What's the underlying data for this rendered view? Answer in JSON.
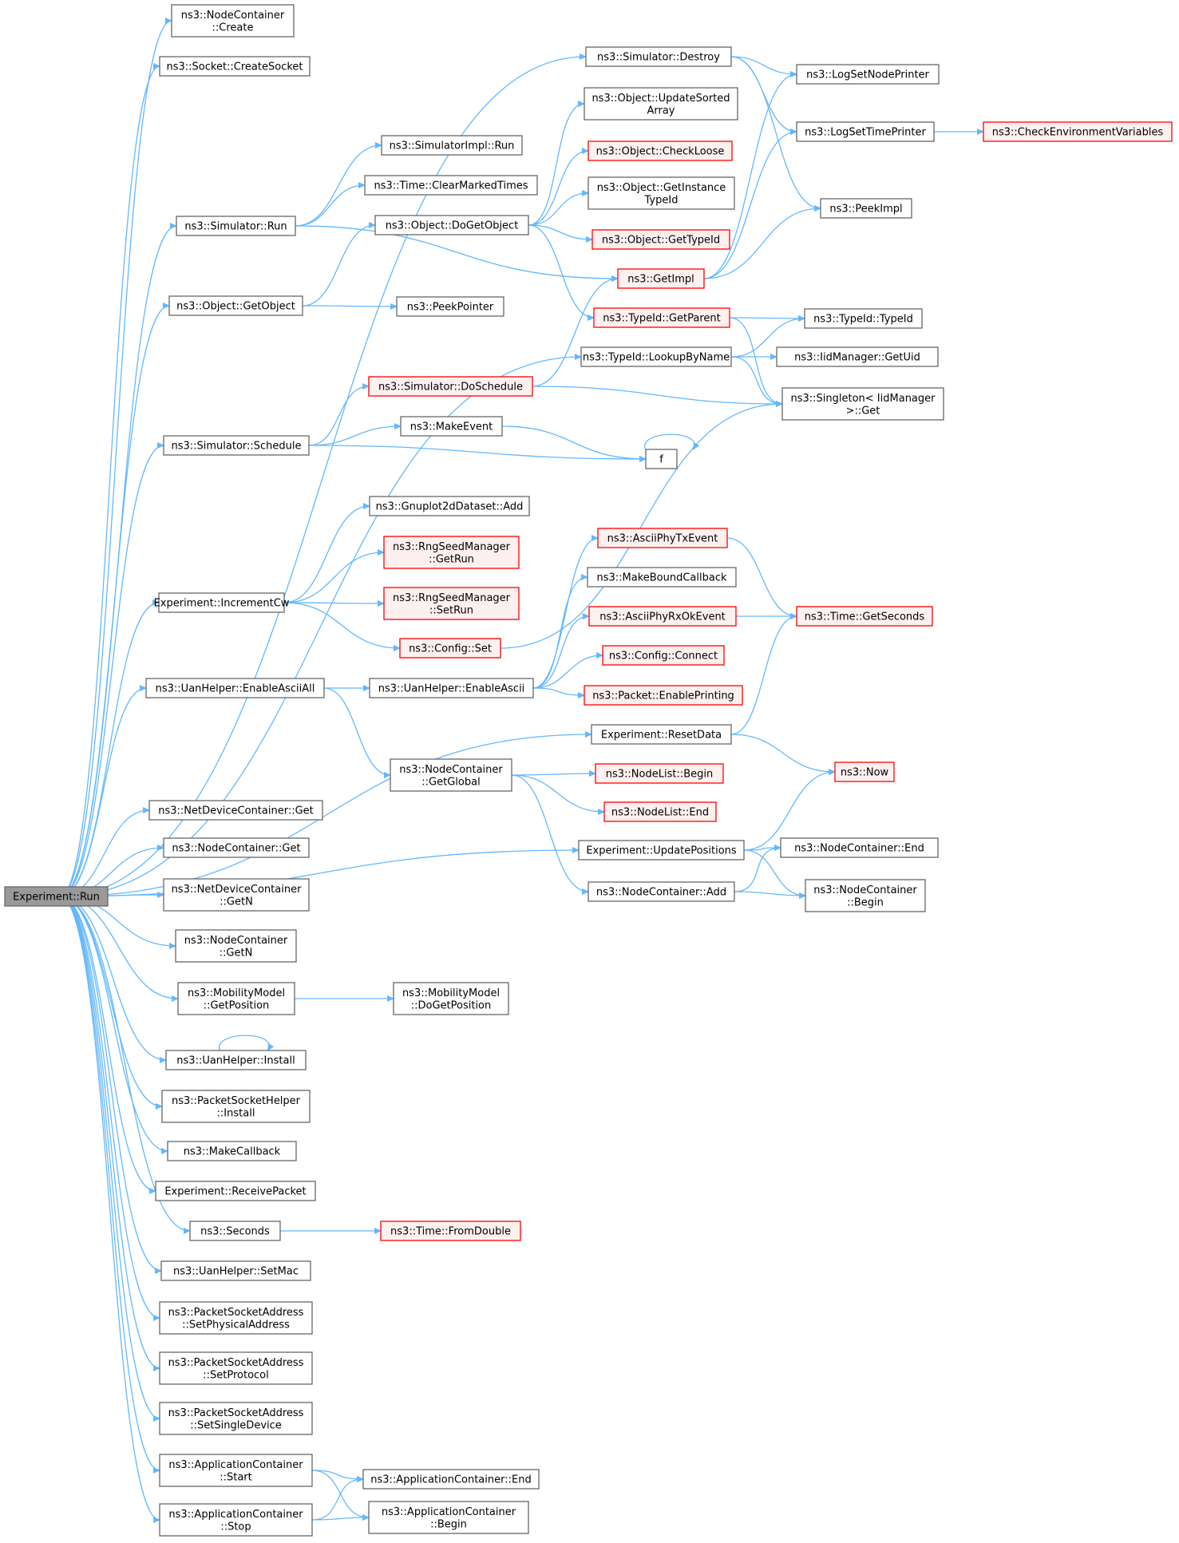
{
  "diagram": {
    "nodes": [
      {
        "id": "root",
        "lines": [
          "Experiment::Run"
        ],
        "style": "root"
      },
      {
        "id": "nc_create",
        "lines": [
          "ns3::NodeContainer",
          "::Create"
        ],
        "style": "normal"
      },
      {
        "id": "sock_create",
        "lines": [
          "ns3::Socket::CreateSocket"
        ],
        "style": "normal"
      },
      {
        "id": "sim_destroy",
        "lines": [
          "ns3::Simulator::Destroy"
        ],
        "style": "normal"
      },
      {
        "id": "log_node",
        "lines": [
          "ns3::LogSetNodePrinter"
        ],
        "style": "normal"
      },
      {
        "id": "obj_upd",
        "lines": [
          "ns3::Object::UpdateSorted",
          "Array"
        ],
        "style": "normal"
      },
      {
        "id": "log_time",
        "lines": [
          "ns3::LogSetTimePrinter"
        ],
        "style": "normal"
      },
      {
        "id": "check_env",
        "lines": [
          "ns3::CheckEnvironmentVariables"
        ],
        "style": "red"
      },
      {
        "id": "simimpl_run",
        "lines": [
          "ns3::SimulatorImpl::Run"
        ],
        "style": "normal"
      },
      {
        "id": "obj_check",
        "lines": [
          "ns3::Object::CheckLoose"
        ],
        "style": "red"
      },
      {
        "id": "time_clear",
        "lines": [
          "ns3::Time::ClearMarkedTimes"
        ],
        "style": "normal"
      },
      {
        "id": "obj_getinst",
        "lines": [
          "ns3::Object::GetInstance",
          "TypeId"
        ],
        "style": "normal"
      },
      {
        "id": "peekimpl",
        "lines": [
          "ns3::PeekImpl"
        ],
        "style": "normal"
      },
      {
        "id": "sim_run",
        "lines": [
          "ns3::Simulator::Run"
        ],
        "style": "normal"
      },
      {
        "id": "obj_doget",
        "lines": [
          "ns3::Object::DoGetObject"
        ],
        "style": "normal"
      },
      {
        "id": "obj_gettype",
        "lines": [
          "ns3::Object::GetTypeId"
        ],
        "style": "red"
      },
      {
        "id": "getimpl",
        "lines": [
          "ns3::GetImpl"
        ],
        "style": "red"
      },
      {
        "id": "obj_getobj",
        "lines": [
          "ns3::Object::GetObject"
        ],
        "style": "normal"
      },
      {
        "id": "peekptr",
        "lines": [
          "ns3::PeekPointer"
        ],
        "style": "normal"
      },
      {
        "id": "tid_parent",
        "lines": [
          "ns3::TypeId::GetParent"
        ],
        "style": "red"
      },
      {
        "id": "tid_tid",
        "lines": [
          "ns3::TypeId::TypeId"
        ],
        "style": "normal"
      },
      {
        "id": "tid_lookup",
        "lines": [
          "ns3::TypeId::LookupByName"
        ],
        "style": "normal"
      },
      {
        "id": "iid_getuid",
        "lines": [
          "ns3::IidManager::GetUid"
        ],
        "style": "normal"
      },
      {
        "id": "sim_dosched",
        "lines": [
          "ns3::Simulator::DoSchedule"
        ],
        "style": "red"
      },
      {
        "id": "singleton",
        "lines": [
          "ns3::Singleton< IidManager",
          " >::Get"
        ],
        "style": "normal"
      },
      {
        "id": "makeevent",
        "lines": [
          "ns3::MakeEvent"
        ],
        "style": "normal"
      },
      {
        "id": "sim_sched",
        "lines": [
          "ns3::Simulator::Schedule"
        ],
        "style": "normal"
      },
      {
        "id": "f",
        "lines": [
          "f"
        ],
        "style": "normal"
      },
      {
        "id": "gnuplot_add",
        "lines": [
          "ns3::Gnuplot2dDataset::Add"
        ],
        "style": "normal"
      },
      {
        "id": "ascii_tx",
        "lines": [
          "ns3::AsciiPhyTxEvent"
        ],
        "style": "red"
      },
      {
        "id": "rng_getrun",
        "lines": [
          "ns3::RngSeedManager",
          "::GetRun"
        ],
        "style": "red"
      },
      {
        "id": "makebound",
        "lines": [
          "ns3::MakeBoundCallback"
        ],
        "style": "normal"
      },
      {
        "id": "exp_incr",
        "lines": [
          "Experiment::IncrementCw"
        ],
        "style": "normal"
      },
      {
        "id": "rng_setrun",
        "lines": [
          "ns3::RngSeedManager",
          "::SetRun"
        ],
        "style": "red"
      },
      {
        "id": "ascii_rx",
        "lines": [
          "ns3::AsciiPhyRxOkEvent"
        ],
        "style": "red"
      },
      {
        "id": "time_getsec",
        "lines": [
          "ns3::Time::GetSeconds"
        ],
        "style": "red"
      },
      {
        "id": "cfg_set",
        "lines": [
          "ns3::Config::Set"
        ],
        "style": "red"
      },
      {
        "id": "cfg_connect",
        "lines": [
          "ns3::Config::Connect"
        ],
        "style": "red"
      },
      {
        "id": "uan_ascii_all",
        "lines": [
          "ns3::UanHelper::EnableAsciiAll"
        ],
        "style": "normal"
      },
      {
        "id": "uan_ascii",
        "lines": [
          "ns3::UanHelper::EnableAscii"
        ],
        "style": "normal"
      },
      {
        "id": "pkt_print",
        "lines": [
          "ns3::Packet::EnablePrinting"
        ],
        "style": "red"
      },
      {
        "id": "exp_reset",
        "lines": [
          "Experiment::ResetData"
        ],
        "style": "normal"
      },
      {
        "id": "nc_global",
        "lines": [
          "ns3::NodeContainer",
          "::GetGlobal"
        ],
        "style": "normal"
      },
      {
        "id": "nl_begin",
        "lines": [
          "ns3::NodeList::Begin"
        ],
        "style": "red"
      },
      {
        "id": "now",
        "lines": [
          "ns3::Now"
        ],
        "style": "red"
      },
      {
        "id": "nl_end",
        "lines": [
          "ns3::NodeList::End"
        ],
        "style": "red"
      },
      {
        "id": "ndc_get",
        "lines": [
          "ns3::NetDeviceContainer::Get"
        ],
        "style": "normal"
      },
      {
        "id": "exp_updpos",
        "lines": [
          "Experiment::UpdatePositions"
        ],
        "style": "normal"
      },
      {
        "id": "nc_end",
        "lines": [
          "ns3::NodeContainer::End"
        ],
        "style": "normal"
      },
      {
        "id": "nc_get",
        "lines": [
          "ns3::NodeContainer::Get"
        ],
        "style": "normal"
      },
      {
        "id": "ndc_getn",
        "lines": [
          "ns3::NetDeviceContainer",
          "::GetN"
        ],
        "style": "normal"
      },
      {
        "id": "nc_add",
        "lines": [
          "ns3::NodeContainer::Add"
        ],
        "style": "normal"
      },
      {
        "id": "nc_begin",
        "lines": [
          "ns3::NodeContainer",
          "::Begin"
        ],
        "style": "normal"
      },
      {
        "id": "nc_getn",
        "lines": [
          "ns3::NodeContainer",
          "::GetN"
        ],
        "style": "normal"
      },
      {
        "id": "mm_getpos",
        "lines": [
          "ns3::MobilityModel",
          "::GetPosition"
        ],
        "style": "normal"
      },
      {
        "id": "mm_dogetpos",
        "lines": [
          "ns3::MobilityModel",
          "::DoGetPosition"
        ],
        "style": "normal"
      },
      {
        "id": "uan_install",
        "lines": [
          "ns3::UanHelper::Install"
        ],
        "style": "normal"
      },
      {
        "id": "psh_install",
        "lines": [
          "ns3::PacketSocketHelper",
          "::Install"
        ],
        "style": "normal"
      },
      {
        "id": "makecb",
        "lines": [
          "ns3::MakeCallback"
        ],
        "style": "normal"
      },
      {
        "id": "exp_recv",
        "lines": [
          "Experiment::ReceivePacket"
        ],
        "style": "normal"
      },
      {
        "id": "seconds",
        "lines": [
          "ns3::Seconds"
        ],
        "style": "normal"
      },
      {
        "id": "time_fromdbl",
        "lines": [
          "ns3::Time::FromDouble"
        ],
        "style": "red"
      },
      {
        "id": "uan_setmac",
        "lines": [
          "ns3::UanHelper::SetMac"
        ],
        "style": "normal"
      },
      {
        "id": "psa_setphys",
        "lines": [
          "ns3::PacketSocketAddress",
          "::SetPhysicalAddress"
        ],
        "style": "normal"
      },
      {
        "id": "psa_setproto",
        "lines": [
          "ns3::PacketSocketAddress",
          "::SetProtocol"
        ],
        "style": "normal"
      },
      {
        "id": "psa_setsingle",
        "lines": [
          "ns3::PacketSocketAddress",
          "::SetSingleDevice"
        ],
        "style": "normal"
      },
      {
        "id": "ac_start",
        "lines": [
          "ns3::ApplicationContainer",
          "::Start"
        ],
        "style": "normal"
      },
      {
        "id": "ac_end",
        "lines": [
          "ns3::ApplicationContainer::End"
        ],
        "style": "normal"
      },
      {
        "id": "ac_stop",
        "lines": [
          "ns3::ApplicationContainer",
          "::Stop"
        ],
        "style": "normal"
      },
      {
        "id": "ac_begin",
        "lines": [
          "ns3::ApplicationContainer",
          "::Begin"
        ],
        "style": "normal"
      }
    ],
    "edges": [
      [
        "root",
        "nc_create"
      ],
      [
        "root",
        "sock_create"
      ],
      [
        "root",
        "sim_destroy"
      ],
      [
        "root",
        "sim_run"
      ],
      [
        "root",
        "obj_getobj"
      ],
      [
        "root",
        "tid_lookup"
      ],
      [
        "root",
        "sim_sched"
      ],
      [
        "root",
        "exp_incr"
      ],
      [
        "root",
        "uan_ascii_all"
      ],
      [
        "root",
        "exp_reset"
      ],
      [
        "root",
        "exp_updpos"
      ],
      [
        "root",
        "ndc_get"
      ],
      [
        "root",
        "nc_get"
      ],
      [
        "root",
        "ndc_getn"
      ],
      [
        "root",
        "nc_getn"
      ],
      [
        "root",
        "mm_getpos"
      ],
      [
        "root",
        "uan_install"
      ],
      [
        "root",
        "psh_install"
      ],
      [
        "root",
        "makecb"
      ],
      [
        "root",
        "exp_recv"
      ],
      [
        "root",
        "seconds"
      ],
      [
        "root",
        "uan_setmac"
      ],
      [
        "root",
        "psa_setphys"
      ],
      [
        "root",
        "psa_setproto"
      ],
      [
        "root",
        "psa_setsingle"
      ],
      [
        "root",
        "ac_start"
      ],
      [
        "root",
        "ac_stop"
      ],
      [
        "sim_destroy",
        "log_node"
      ],
      [
        "sim_destroy",
        "log_time"
      ],
      [
        "sim_destroy",
        "peekimpl"
      ],
      [
        "log_time",
        "check_env"
      ],
      [
        "sim_run",
        "simimpl_run"
      ],
      [
        "sim_run",
        "time_clear"
      ],
      [
        "sim_run",
        "getimpl"
      ],
      [
        "obj_getobj",
        "obj_doget"
      ],
      [
        "obj_getobj",
        "peekptr"
      ],
      [
        "obj_doget",
        "obj_upd"
      ],
      [
        "obj_doget",
        "obj_check"
      ],
      [
        "obj_doget",
        "obj_getinst"
      ],
      [
        "obj_doget",
        "obj_gettype"
      ],
      [
        "obj_doget",
        "tid_parent"
      ],
      [
        "getimpl",
        "log_node"
      ],
      [
        "getimpl",
        "log_time"
      ],
      [
        "getimpl",
        "peekimpl"
      ],
      [
        "tid_parent",
        "tid_tid"
      ],
      [
        "tid_parent",
        "singleton"
      ],
      [
        "tid_lookup",
        "tid_tid"
      ],
      [
        "tid_lookup",
        "iid_getuid"
      ],
      [
        "tid_lookup",
        "singleton"
      ],
      [
        "sim_sched",
        "sim_dosched"
      ],
      [
        "sim_sched",
        "makeevent"
      ],
      [
        "sim_sched",
        "f"
      ],
      [
        "sim_dosched",
        "getimpl"
      ],
      [
        "sim_dosched",
        "singleton"
      ],
      [
        "makeevent",
        "f"
      ],
      [
        "f",
        "f"
      ],
      [
        "exp_incr",
        "gnuplot_add"
      ],
      [
        "exp_incr",
        "rng_getrun"
      ],
      [
        "exp_incr",
        "rng_setrun"
      ],
      [
        "exp_incr",
        "cfg_set"
      ],
      [
        "cfg_set",
        "singleton"
      ],
      [
        "uan_ascii_all",
        "uan_ascii"
      ],
      [
        "uan_ascii_all",
        "nc_global"
      ],
      [
        "uan_ascii",
        "ascii_tx"
      ],
      [
        "uan_ascii",
        "makebound"
      ],
      [
        "uan_ascii",
        "ascii_rx"
      ],
      [
        "uan_ascii",
        "cfg_connect"
      ],
      [
        "uan_ascii",
        "pkt_print"
      ],
      [
        "ascii_tx",
        "time_getsec"
      ],
      [
        "ascii_rx",
        "time_getsec"
      ],
      [
        "exp_reset",
        "time_getsec"
      ],
      [
        "exp_reset",
        "now"
      ],
      [
        "nc_global",
        "nl_begin"
      ],
      [
        "nc_global",
        "nl_end"
      ],
      [
        "nc_global",
        "nc_add"
      ],
      [
        "exp_updpos",
        "now"
      ],
      [
        "exp_updpos",
        "nc_end"
      ],
      [
        "exp_updpos",
        "nc_begin"
      ],
      [
        "nc_add",
        "nc_end"
      ],
      [
        "nc_add",
        "nc_begin"
      ],
      [
        "mm_getpos",
        "mm_dogetpos"
      ],
      [
        "uan_install",
        "uan_install"
      ],
      [
        "seconds",
        "time_fromdbl"
      ],
      [
        "ac_start",
        "ac_end"
      ],
      [
        "ac_start",
        "ac_begin"
      ],
      [
        "ac_stop",
        "ac_end"
      ],
      [
        "ac_stop",
        "ac_begin"
      ]
    ]
  }
}
